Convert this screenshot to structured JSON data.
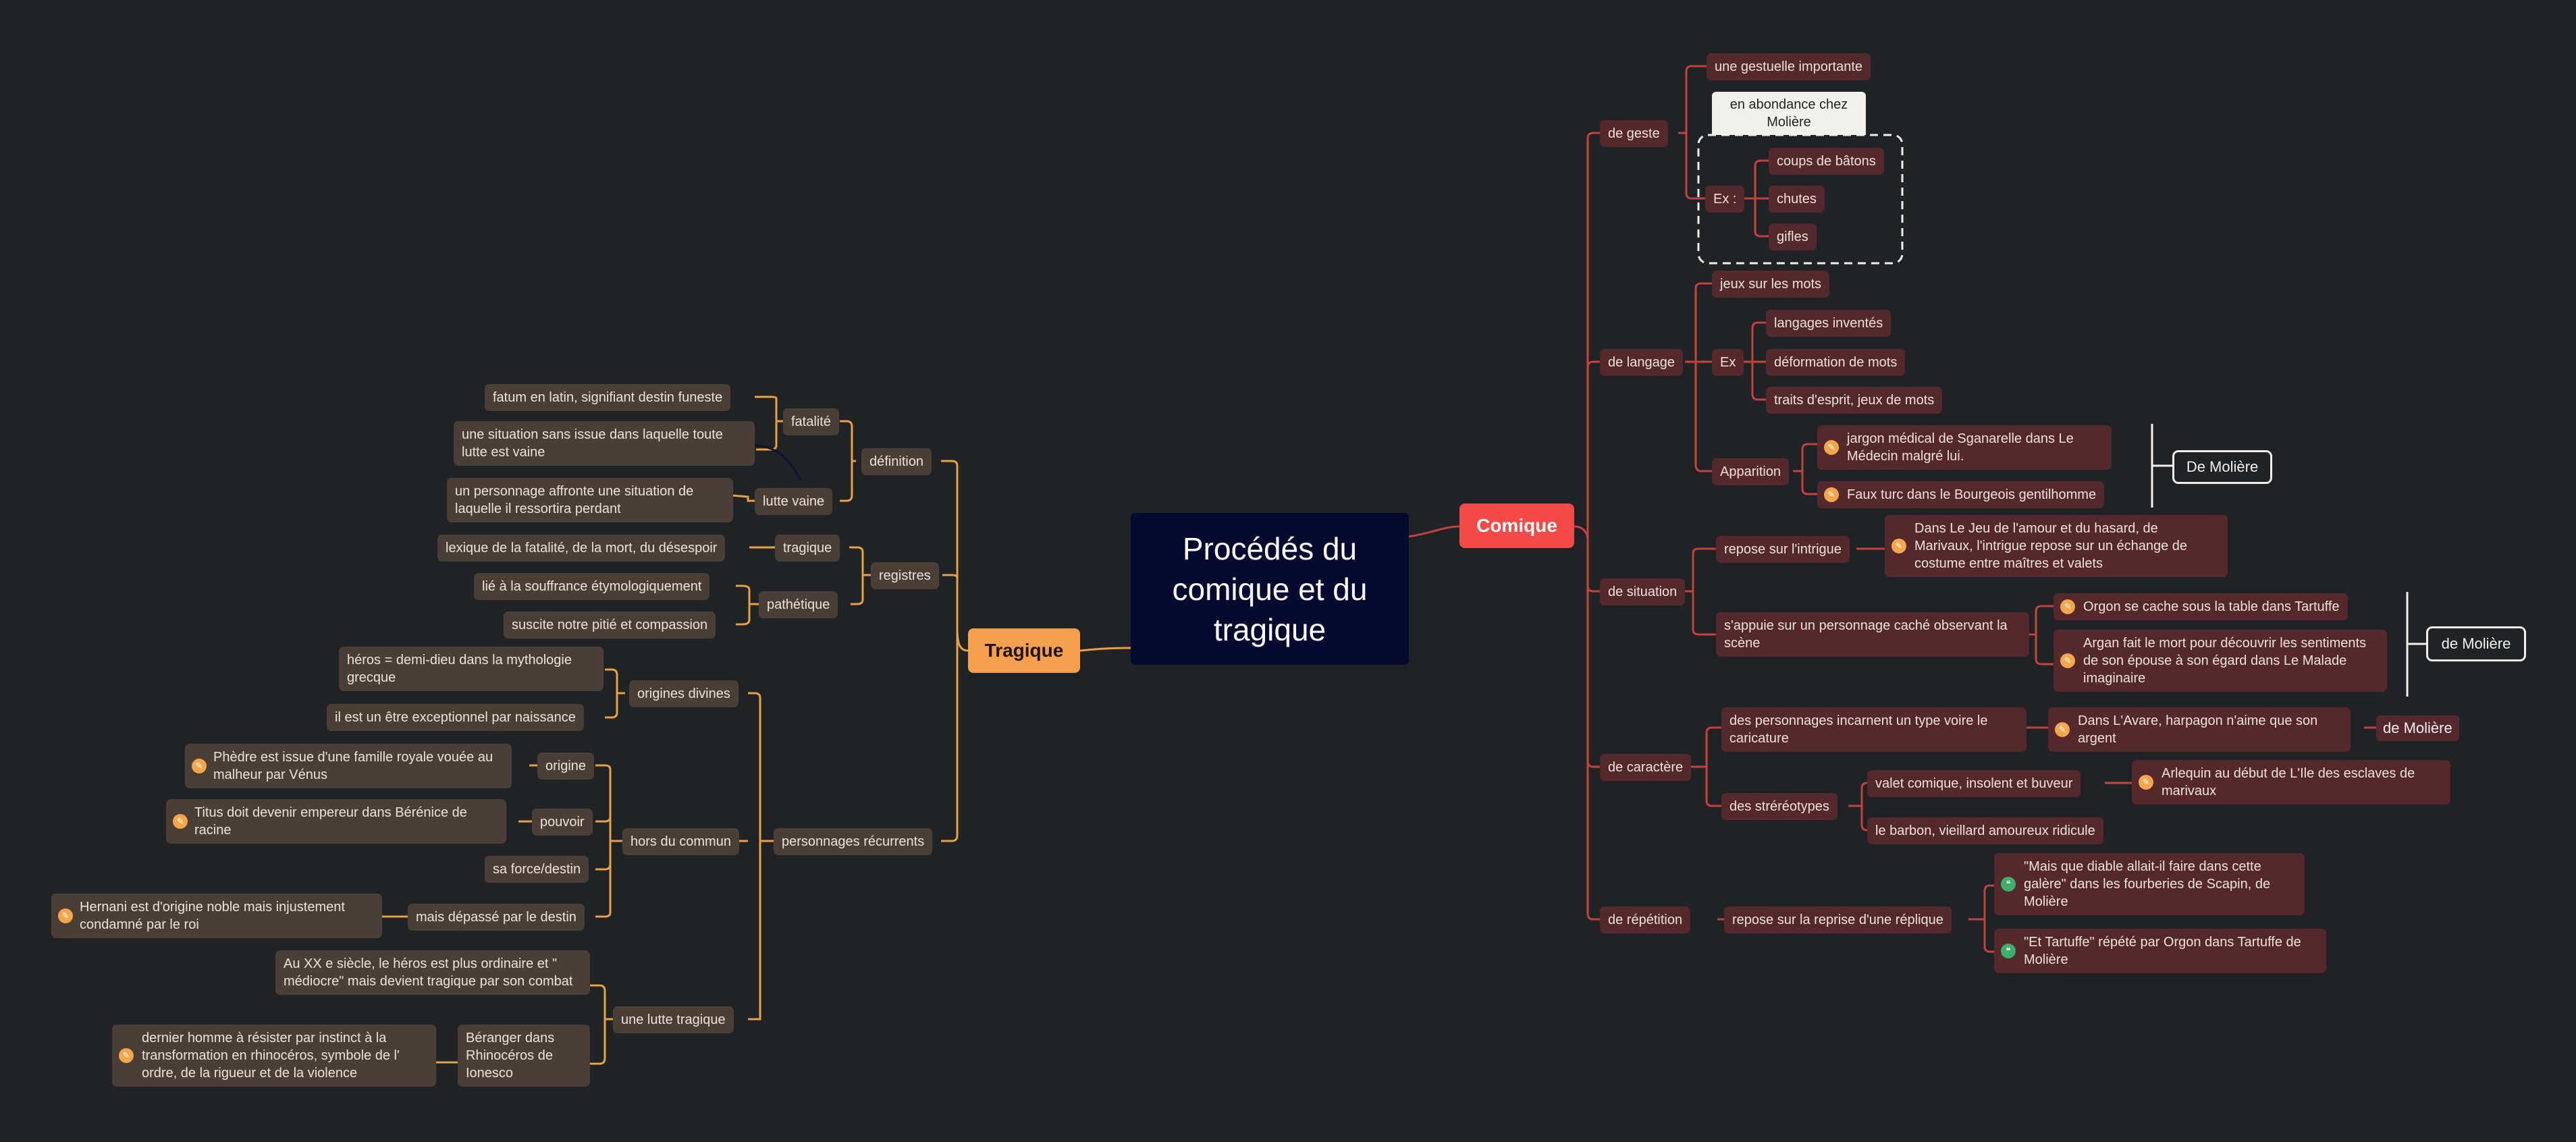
{
  "center": "Procédés du comique et du tragique",
  "tragique": {
    "label": "Tragique",
    "definition": "définition",
    "fatalite": "fatalité",
    "fatum": "fatum en latin, signifiant destin funeste",
    "situation_sans_issue": "une situation sans issue dans laquelle toute lutte est vaine",
    "lutte_vaine": "lutte vaine",
    "personnage_affronte": "un personnage affronte une situation de laquelle il ressortira perdant",
    "registres": "registres",
    "tragique_reg": "tragique",
    "lexique": "lexique de la fatalité, de la mort, du désespoir",
    "pathetique": "pathétique",
    "souffrance": "lié à la souffrance étymologiquement",
    "pitie": "suscite notre pitié et compassion",
    "personnages_recurrents": "personnages récurrents",
    "origines_divines": "origines divines",
    "heros_demi_dieu": "héros = demi-dieu dans la mythologie grecque",
    "etre_exceptionnel": "il est un être exceptionnel par naissance",
    "hors_du_commun": "hors du commun",
    "origine": "origine",
    "phedre": "Phèdre est issue d'une famille royale vouée au malheur par Vénus",
    "pouvoir": "pouvoir",
    "titus": "Titus doit devenir empereur dans Bérénice de racine",
    "force_destin": "sa force/destin",
    "depasse": "mais dépassé par le destin",
    "hernani": "Hernani est d'origine noble mais injustement condamné par le roi",
    "lutte_tragique": "une lutte tragique",
    "xx_siecle": "Au XX e siècle, le héros est plus ordinaire et \" médiocre\" mais devient tragique par son combat",
    "beranger": "Béranger dans Rhinocéros de Ionesco",
    "dernier_homme": "dernier homme à résister par instinct à la transformation en rhinocéros, symbole de l' ordre, de la rigueur et de la violence"
  },
  "comique": {
    "label": "Comique",
    "de_geste": "de geste",
    "gestuelle": "une gestuelle importante",
    "abondance": "en abondance chez Molière",
    "ex_geste": "Ex :",
    "coups": "coups de bâtons",
    "chutes": "chutes",
    "gifles": "gifles",
    "de_langage": "de langage",
    "jeux_mots": "jeux sur les mots",
    "ex_langage": "Ex",
    "langages_inventes": "langages inventés",
    "deformation": "déformation de mots",
    "traits_esprit": "traits d'esprit, jeux de mots",
    "apparition": "Apparition",
    "jargon": "jargon médical de Sganarelle dans Le Médecin malgré lui.",
    "faux_turc": "Faux turc dans le Bourgeois gentilhomme",
    "de_moliere_1": "De Molière",
    "de_situation": "de situation",
    "repose_intrigue": "repose sur l'intrigue",
    "jeu_amour": "Dans Le Jeu de l'amour et du hasard, de Marivaux, l'intrigue repose sur un échange de costume entre maîtres et valets",
    "personnage_cache": "s'appuie sur un personnage caché observant la scène",
    "orgon_cache": "Orgon se cache sous la table dans Tartuffe",
    "argan": "Argan fait le mort pour découvrir les sentiments de son épouse à son égard dans Le Malade imaginaire",
    "de_moliere_2": "de Molière",
    "de_caractere": "de caractère",
    "type_caricature": "des personnages incarnent un type voire le caricature",
    "avare": "Dans L'Avare, harpagon n'aime que son argent",
    "de_moliere_3": "de Molière",
    "stereotypes": "des stréréotypes",
    "valet": "valet comique, insolent et buveur",
    "arlequin": "Arlequin au début de L'Ile des esclaves de marivaux",
    "barbon": "le barbon, vieillard amoureux ridicule",
    "de_repetition": "de répétition",
    "reprise": "repose sur la reprise d'une réplique",
    "diable": "\"Mais que diable allait-il faire dans cette galère\" dans les fourberies de Scapin, de Molière",
    "et_tartuffe": "\"Et Tartuffe\" répété par Orgon dans Tartuffe de Molière"
  },
  "colors": {
    "background": "#1f2326",
    "center": "#050a30",
    "tragique": "#f5a04e",
    "comique": "#f24a46",
    "branch_left": "#e8a040",
    "branch_right": "#c8403a"
  },
  "icons": {
    "note": "pencil-icon",
    "quote": "quote-icon"
  }
}
